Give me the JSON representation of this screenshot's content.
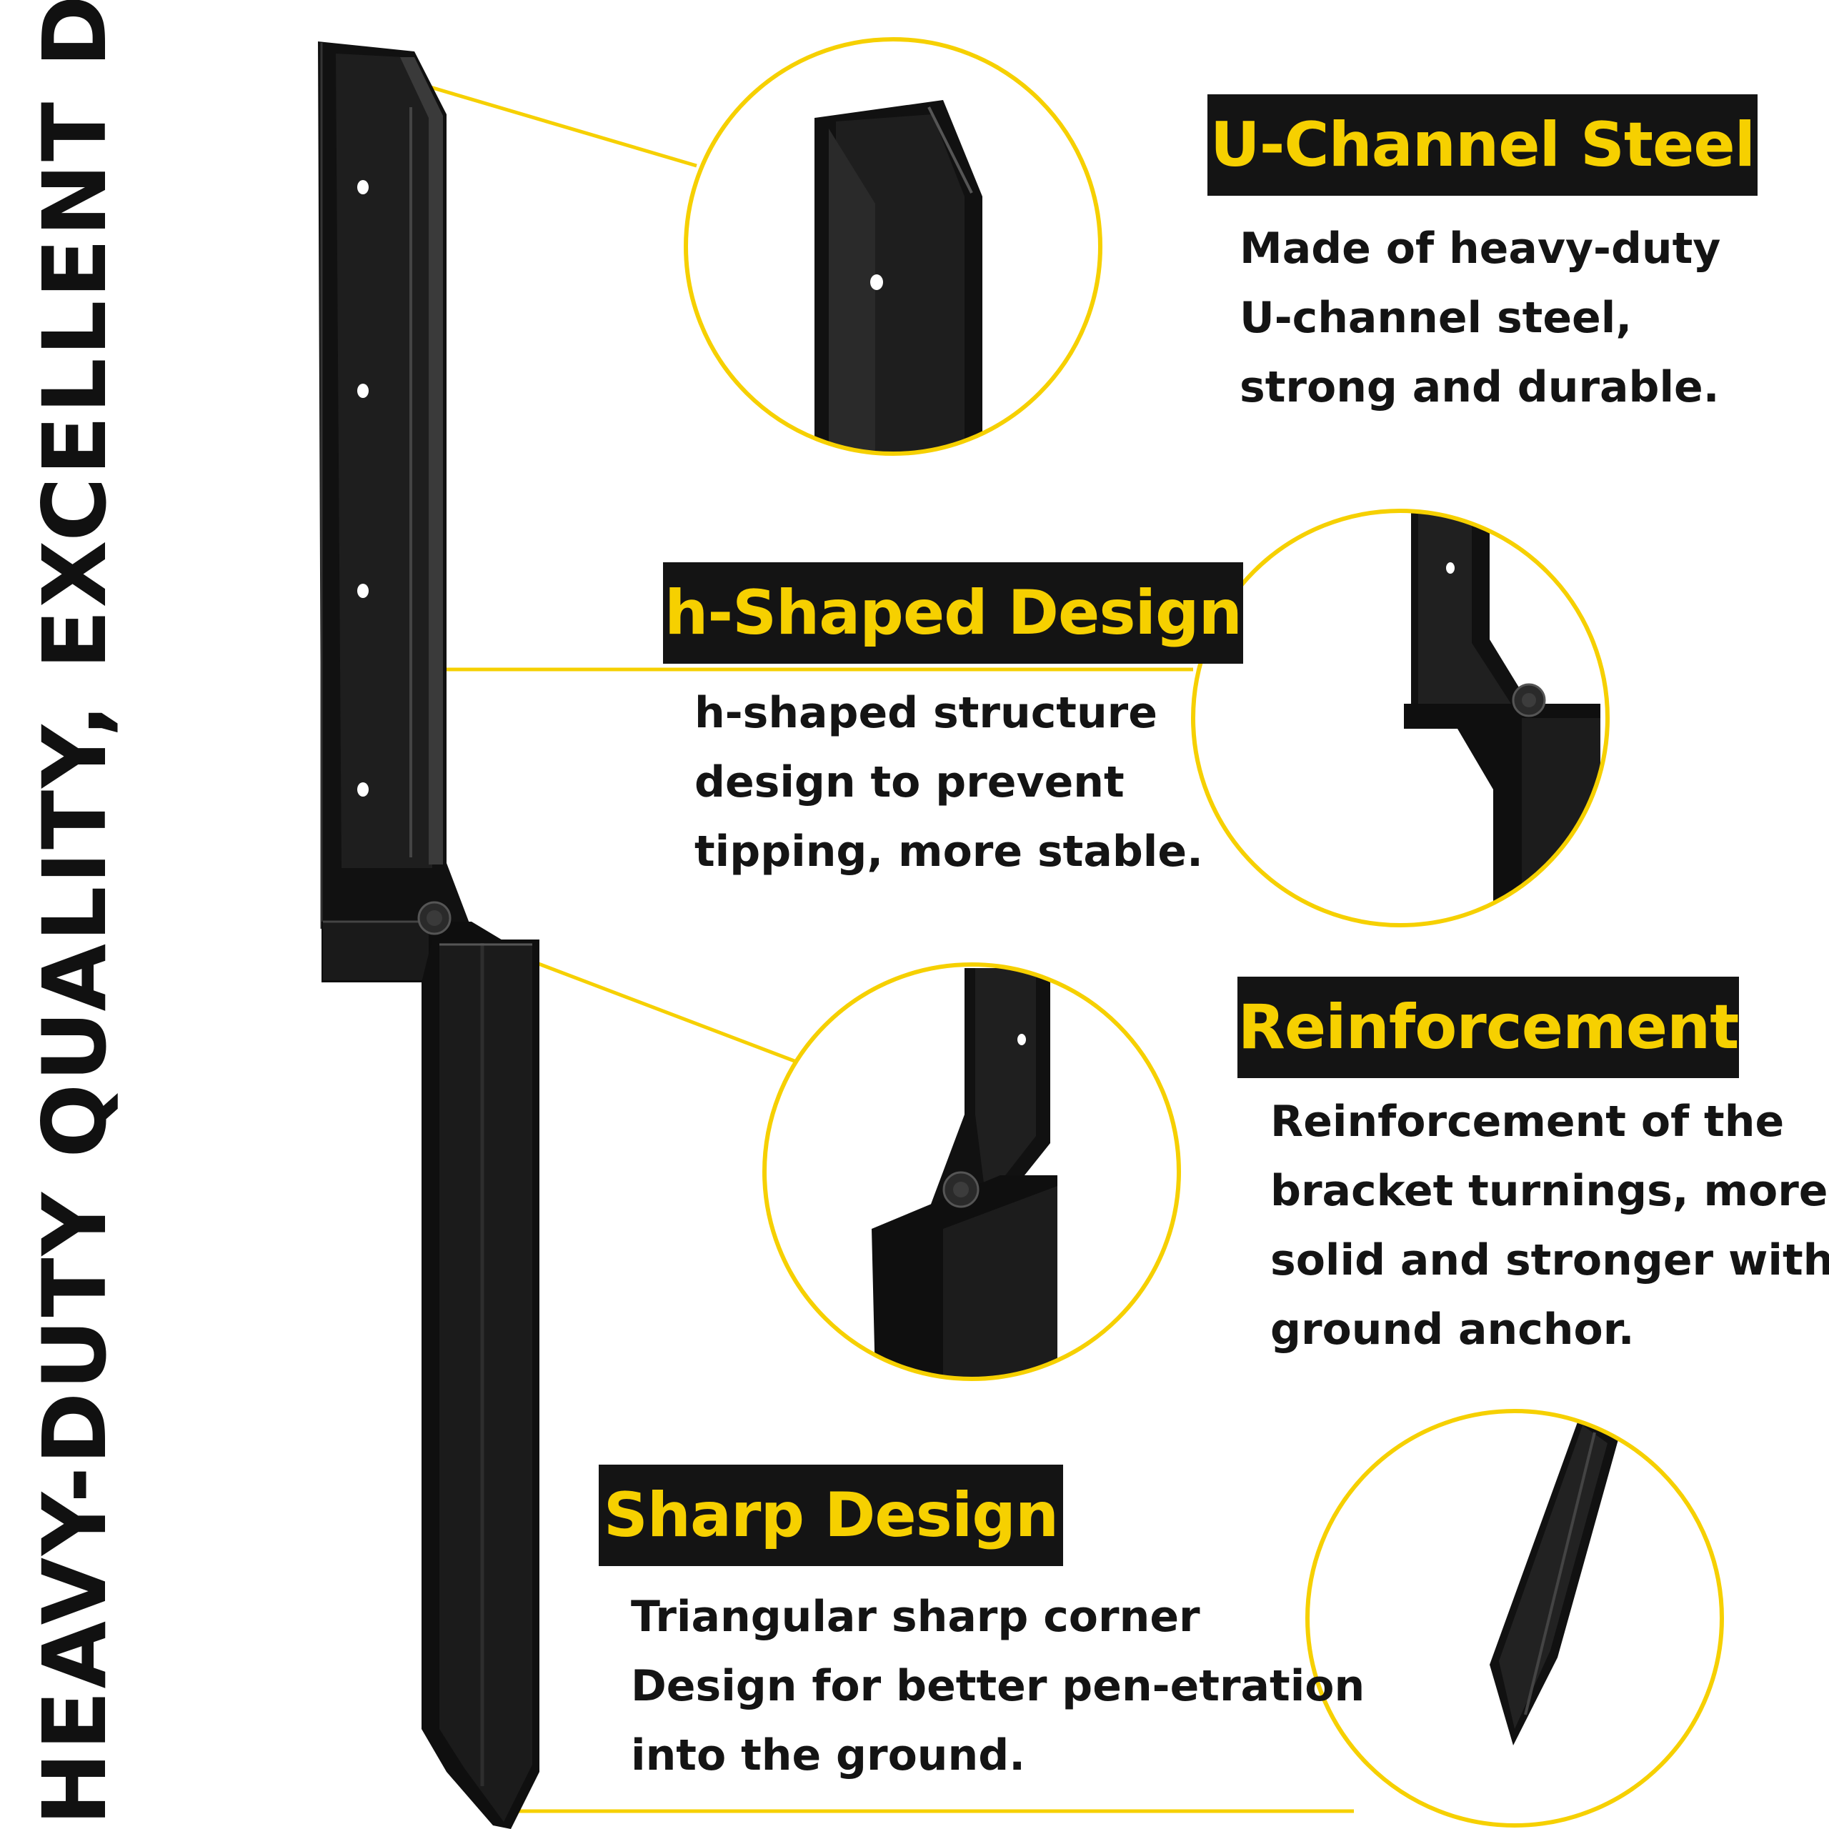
{
  "vertical_title": "HEAVY-DUTY QUALITY, EXCELLENT DESIGN",
  "colors": {
    "accent": "#f6d000",
    "label_bg": "#141414",
    "steel": "#111111",
    "text": "#141414"
  },
  "features": [
    {
      "title": "U-Channel Steel",
      "lines": [
        "Made of heavy-duty",
        "U-channel steel,",
        "strong and durable."
      ]
    },
    {
      "title": "h-Shaped Design",
      "lines": [
        "h-shaped structure",
        "design to prevent",
        "tipping, more stable."
      ]
    },
    {
      "title": "Reinforcement",
      "lines": [
        "Reinforcement of the",
        "bracket turnings, more",
        "solid and stronger with",
        "ground anchor."
      ]
    },
    {
      "title": "Sharp Design",
      "lines": [
        "Triangular sharp corner",
        "Design for better pen-etration",
        "into the ground."
      ]
    }
  ]
}
